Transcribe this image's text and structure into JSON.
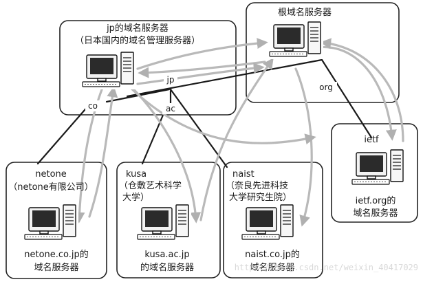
{
  "diagram": {
    "root": {
      "title": "根域名服务器"
    },
    "jp": {
      "title": "jp的域名服务器",
      "subtitle": "（日本国内的域名管理服务器）"
    },
    "ietf": {
      "name": "ietf",
      "caption1": "ietf.org的",
      "caption2": "域名服务器"
    },
    "netone": {
      "name": "netone",
      "subtitle": "（netone有限公司）",
      "caption1": "netone.co.jp的",
      "caption2": "域名服务器"
    },
    "kusa": {
      "name": "kusa",
      "subtitle1": "（仓敷艺术科学",
      "subtitle2": "大学）",
      "caption1": "kusa.ac.jp",
      "caption2": "的域名服务器"
    },
    "naist": {
      "name": "naist",
      "subtitle1": "（奈良先进科技",
      "subtitle2": "大学研究生院）",
      "caption1": "naist.co.jp的",
      "caption2": "域名服务器"
    },
    "tree_labels": {
      "jp": "jp",
      "org": "org",
      "co": "co",
      "ac": "ac"
    },
    "watermark": "https://blog.csdn.net/weixin_40417029"
  }
}
